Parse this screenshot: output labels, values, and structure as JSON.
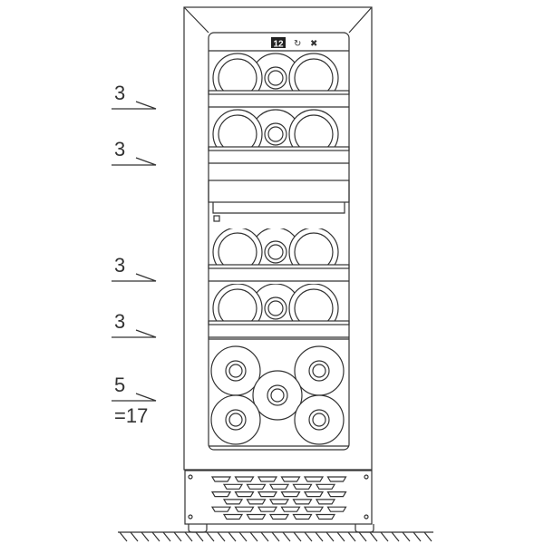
{
  "display": {
    "temperature": "12",
    "icons": [
      "light-icon",
      "fan-icon"
    ]
  },
  "capacity_labels": [
    {
      "text": "3",
      "row": "upper-shelf-1"
    },
    {
      "text": "3",
      "row": "upper-shelf-2"
    },
    {
      "text": "3",
      "row": "lower-shelf-1"
    },
    {
      "text": "3",
      "row": "lower-shelf-2"
    },
    {
      "text": "5",
      "row": "bottom-stack"
    }
  ],
  "total_label": "=17"
}
